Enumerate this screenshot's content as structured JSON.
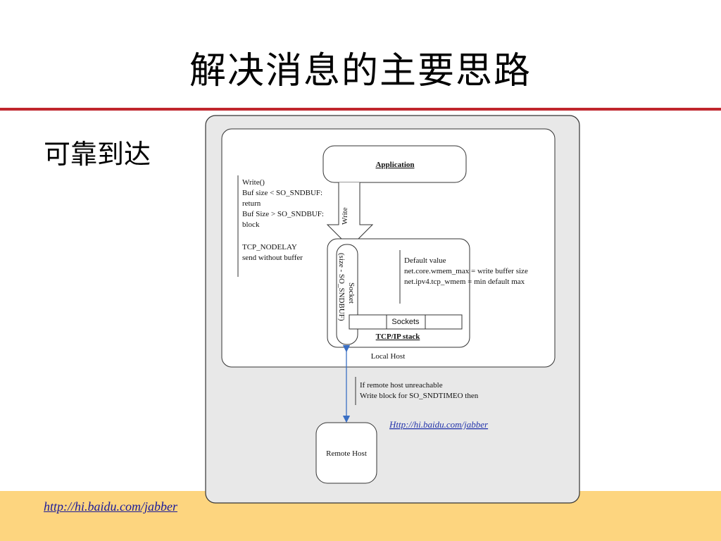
{
  "slide": {
    "title": "解决消息的主要思路",
    "bullet": "可靠到达",
    "footer_link": "http://hi.baidu.com/jabber"
  },
  "diagram": {
    "application": "Application",
    "write_arrow": "Write",
    "notes_left": [
      "Write()",
      "Buf size < SO_SNDBUF:",
      "return",
      "Buf Size > SO_SNDBUF:",
      "block",
      "",
      "TCP_NODELAY",
      "send without buffer"
    ],
    "socket_label": "Socket",
    "socket_size": "(size - SO_SNDBUF)",
    "default_value": [
      "Default value",
      "net.core.wmem_max = write buffer size",
      "net.ipv4.tcp_wmem = min default max"
    ],
    "sockets": "Sockets",
    "tcpip_stack": "TCP/IP stack",
    "local_host": "Local Host",
    "remote_notes": [
      "If remote host unreachable",
      "Write block for SO_SNDTIMEO then"
    ],
    "link": "Http://hi.baidu.com/jabber",
    "remote_host": "Remote Host"
  },
  "colors": {
    "title_rule": "#c0262d",
    "footer_band": "#fdd57f",
    "figure_bg": "#e8e8e8",
    "arrow": "#3a6fc4"
  }
}
